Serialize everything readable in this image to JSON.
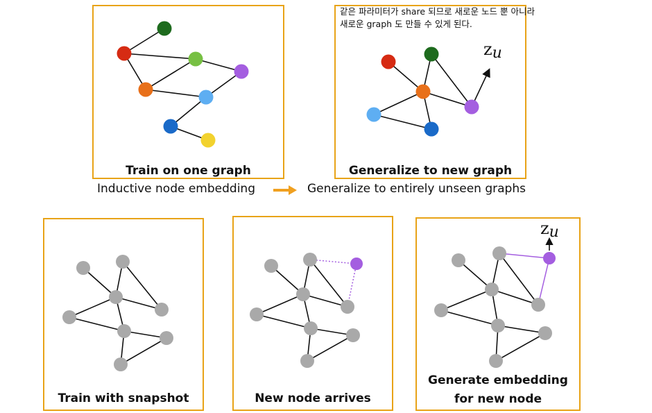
{
  "top": {
    "train_one": {
      "caption": "Train on one graph"
    },
    "generalize": {
      "caption": "Generalize to new graph",
      "note_line1": "같은 파라미터가 share 되므로 새로운 노드 뿐 아니라",
      "note_line2": "새로운 graph 도 만들 수 있게 된다.",
      "z_main": "z",
      "z_sub": "u"
    },
    "inductive_label": "Inductive node embedding",
    "unseen_label": "Generalize to entirely unseen graphs",
    "arrow_icon": "right-arrow-icon"
  },
  "bottom": {
    "snapshot": {
      "caption": "Train with snapshot"
    },
    "arrives": {
      "caption": "New node arrives"
    },
    "generate": {
      "caption_line1": "Generate embedding",
      "caption_line2": "for new node",
      "z_main": "z",
      "z_sub": "u"
    }
  },
  "colors": {
    "panel_border": "#E8A317",
    "arrow": "#F0A020",
    "red": "#D62B13",
    "dark_green": "#1E6B1E",
    "light_green": "#77C043",
    "purple": "#A45EE0",
    "orange": "#E8701A",
    "light_blue": "#5EAEF2",
    "blue": "#1A6AC8",
    "yellow": "#F2D22E",
    "gray": "#A9A9A9"
  }
}
